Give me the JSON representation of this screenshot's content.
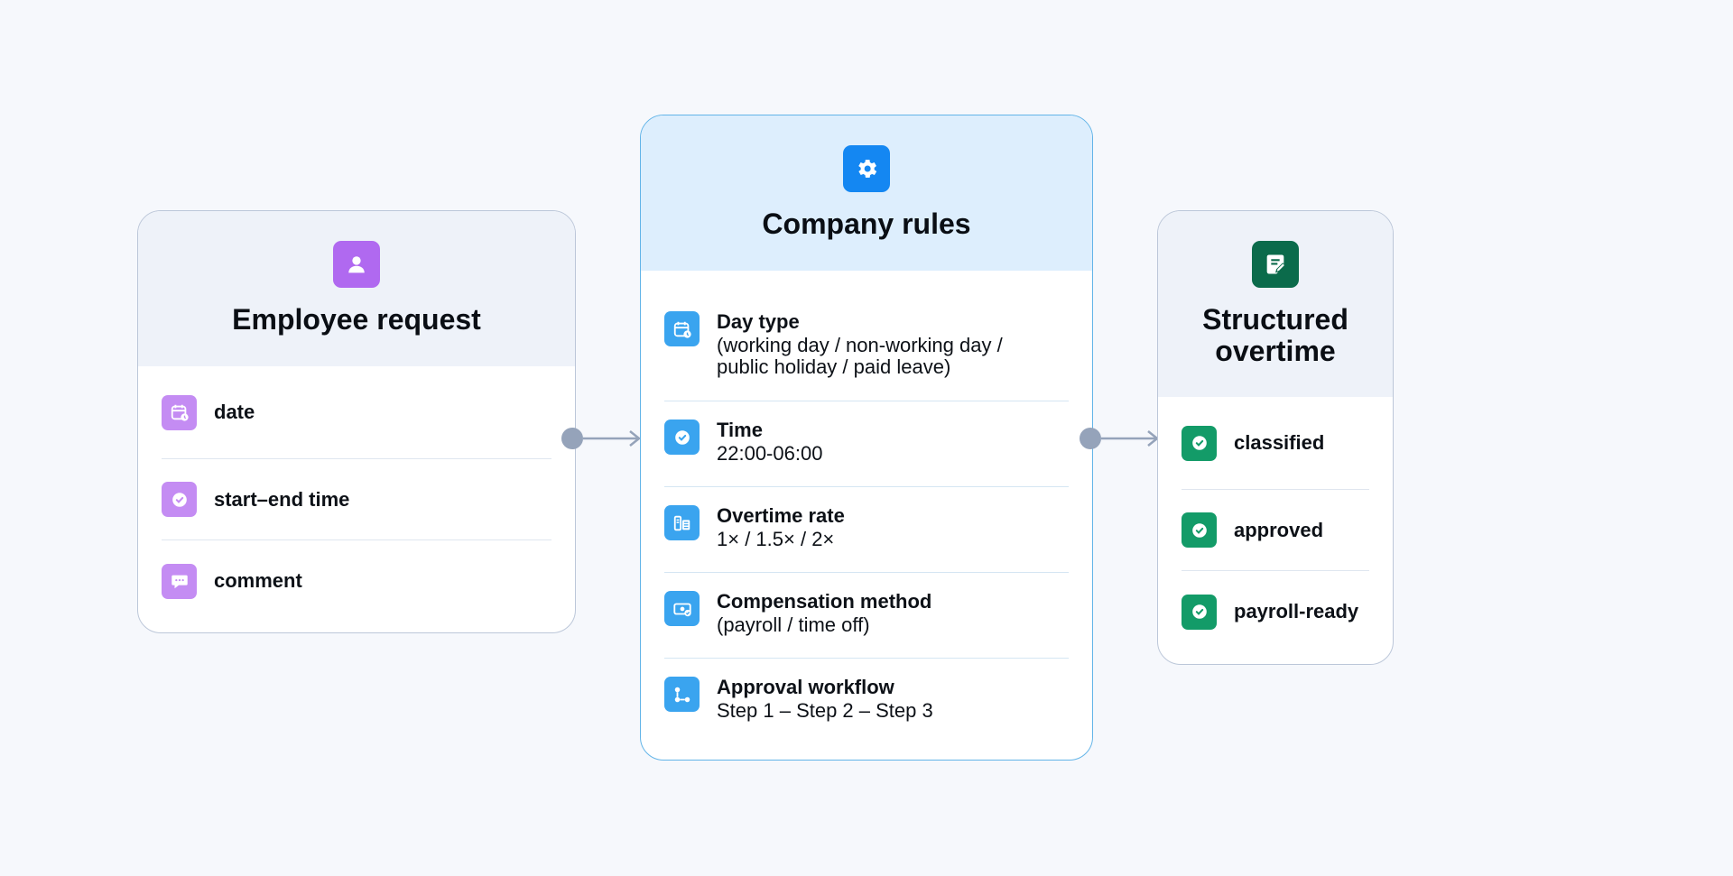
{
  "employee_request": {
    "title": "Employee request",
    "icon": "user-icon",
    "items": [
      {
        "label": "date",
        "icon": "calendar-clock-icon"
      },
      {
        "label": "start–end time",
        "icon": "clock-check-icon"
      },
      {
        "label": "comment",
        "icon": "chat-bubble-icon"
      }
    ]
  },
  "company_rules": {
    "title": "Company rules",
    "icon": "gear-icon",
    "rules": [
      {
        "title": "Day type",
        "desc": "(working day / non-working day /\npublic holiday / paid leave)",
        "icon": "calendar-clock-icon"
      },
      {
        "title": "Time",
        "desc": "22:00-06:00",
        "icon": "clock-check-icon"
      },
      {
        "title": "Overtime rate",
        "desc": "1× / 1.5× / 2×",
        "icon": "rate-sheet-icon"
      },
      {
        "title": "Compensation method",
        "desc": "(payroll / time off)",
        "icon": "banknote-check-icon"
      },
      {
        "title": "Approval workflow",
        "desc": "Step 1 – Step 2 – Step 3",
        "icon": "workflow-icon"
      }
    ]
  },
  "structured_overtime": {
    "title": "Structured overtime",
    "icon": "document-edit-icon",
    "items": [
      {
        "label": "classified",
        "icon": "check-circle-icon"
      },
      {
        "label": "approved",
        "icon": "check-circle-icon"
      },
      {
        "label": "payroll-ready",
        "icon": "check-circle-icon"
      }
    ]
  },
  "colors": {
    "purple": "#b069f0",
    "blue": "#1487f2",
    "green": "#0b6b4b",
    "connector": "#95a3ba"
  }
}
